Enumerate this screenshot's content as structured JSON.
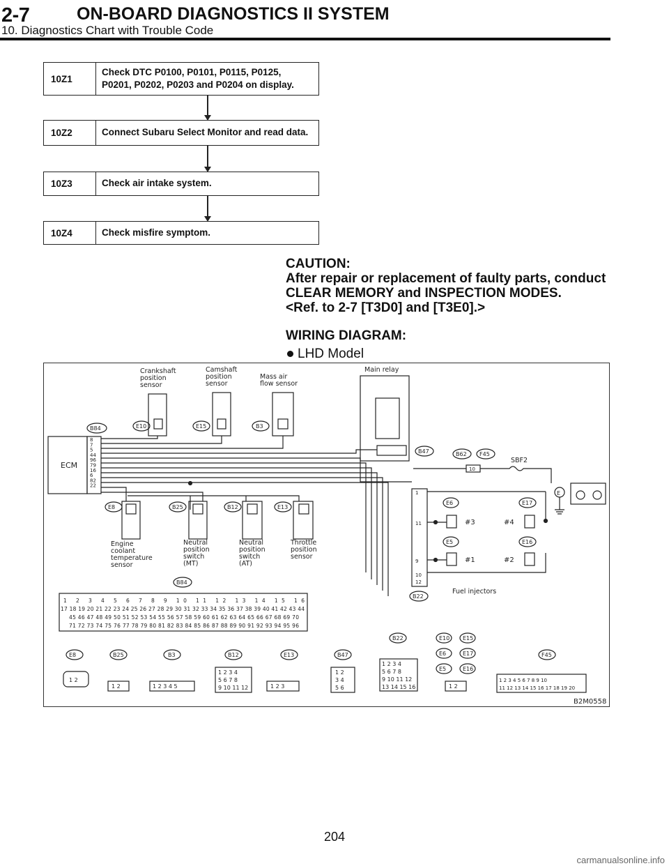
{
  "header": {
    "section": "2-7",
    "title": "ON-BOARD DIAGNOSTICS II SYSTEM",
    "subtitle": "10. Diagnostics Chart with Trouble Code"
  },
  "steps": [
    {
      "code": "10Z1",
      "text": "Check DTC P0100, P0101, P0115, P0125, P0201, P0202, P0203 and P0204 on display."
    },
    {
      "code": "10Z2",
      "text": "Connect Subaru Select Monitor and read data."
    },
    {
      "code": "10Z3",
      "text": "Check air intake system."
    },
    {
      "code": "10Z4",
      "text": "Check misfire symptom."
    }
  ],
  "caution": {
    "title": "CAUTION:",
    "line1": "After repair or replacement of faulty parts, conduct",
    "line2": "CLEAR MEMORY and INSPECTION MODES.",
    "line3": "<Ref. to 2-7 [T3D0] and [T3E0].>"
  },
  "wiring": {
    "title": "WIRING DIAGRAM:",
    "model": "LHD Model"
  },
  "diagram": {
    "figure_id": "B2M0558",
    "ecm": "ECM",
    "labels": {
      "crank": [
        "Crankshaft",
        "position",
        "sensor"
      ],
      "cam": [
        "Camshaft",
        "position",
        "sensor"
      ],
      "maf": [
        "Mass air",
        "flow sensor"
      ],
      "main_relay": "Main relay",
      "coolant": [
        "Engine",
        "coolant",
        "temperature",
        "sensor"
      ],
      "npos_mt": [
        "Neutral",
        "position",
        "switch",
        "(MT)"
      ],
      "npos_at": [
        "Neutral",
        "position",
        "switch",
        "(AT)"
      ],
      "throttle": [
        "Throttle",
        "position",
        "sensor"
      ],
      "fuel_injectors": "Fuel injectors",
      "sbf": "SBF2",
      "fuse": "10",
      "ground": "E"
    },
    "connectors": {
      "b84": "B84",
      "e10": "E10",
      "e15": "E15",
      "b3": "B3",
      "b47": "B47",
      "b62": "B62",
      "f45": "F45",
      "e8": "E8",
      "b25": "B25",
      "b12": "B12",
      "e13": "E13",
      "e6": "E6",
      "e17": "E17",
      "e5": "E5",
      "e16": "E16",
      "b22": "B22"
    },
    "ecm_pins": [
      "8",
      "7",
      "5",
      "44",
      "96",
      "79",
      "16",
      "6",
      "82",
      "22"
    ],
    "injectors": [
      "#3",
      "#4",
      "#1",
      "#2"
    ],
    "b22_pins": [
      "1",
      "11",
      "9",
      "10",
      "12"
    ],
    "ecm_connector_rows": [
      "1 2 3 4 5 6 7 8 9 10 11 12 13 14 15 16",
      "17 18 19 20 21 22 23 24 25 26 27 28 29 30 31 32 33 34 35 36 37 38 39 40 41 42 43 44",
      "45 46 47 48 49 50 51 52 53 54 55 56 57 58 59 60 61 62 63 64 65 66 67 68 69 70",
      "71 72 73 74 75 76 77 78 79 80 81 82 83 84 85 86 87 88 89 90 91 92 93 94 95 96"
    ],
    "bottom_connectors": {
      "e8": "1 2",
      "b25": "1 2",
      "b3": "1 2 3 4 5",
      "b12": [
        "1 2 3 4",
        "5 6 7 8",
        "9 10 11 12"
      ],
      "e13": "1 2 3",
      "b47": [
        "1 2",
        "3 4",
        "5 6"
      ],
      "b22": [
        "1 2 3 4",
        "5 6 7 8",
        "9 10 11 12",
        "13 14 15 16"
      ],
      "e5": "1 2",
      "f45": [
        "1 2 3 4 5 6 7 8 9 10",
        "11 12 13 14 15 16 17 18 19 20"
      ]
    }
  },
  "page_number": "204",
  "watermark": "carmanualsonline.info"
}
